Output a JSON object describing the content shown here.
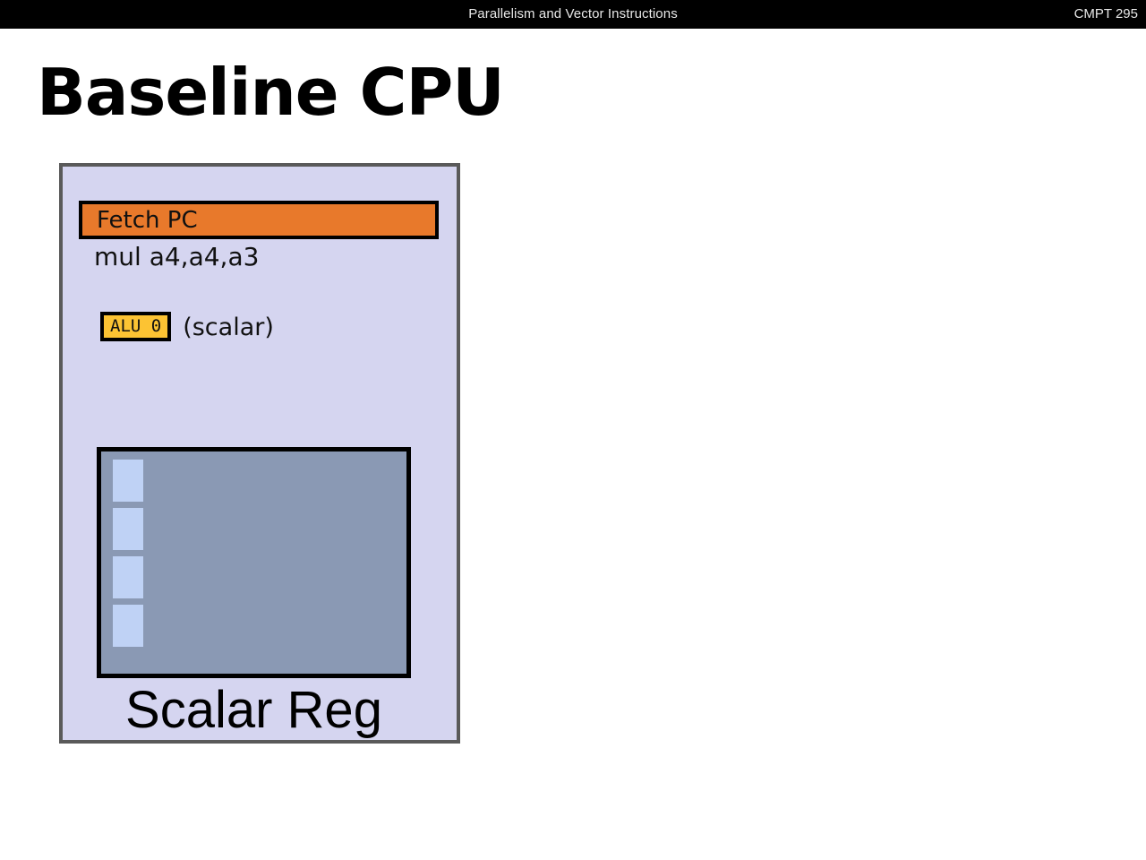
{
  "header": {
    "center_title": "Parallelism and Vector Instructions",
    "course_code": "CMPT 295",
    "background": "#000000",
    "text_color": "#e8e8e8"
  },
  "slide": {
    "title": "Baseline CPU"
  },
  "cpu": {
    "fill": "#d5d5f0",
    "border": "#5a5a5a",
    "fetch": {
      "label": "Fetch PC",
      "fill": "#e8792b",
      "border": "#000000"
    },
    "instruction": "mul a4,a4,a3",
    "alu": {
      "chip_label": "ALU 0",
      "kind_label": "(scalar)",
      "fill": "#fcc333",
      "border": "#000000"
    },
    "regfile": {
      "caption": "Scalar Reg",
      "fill": "#8a99b4",
      "border": "#000000",
      "cell_fill": "#bfd2f5",
      "cell_count": 4,
      "cell_tops": [
        9,
        63,
        117,
        171
      ]
    }
  }
}
